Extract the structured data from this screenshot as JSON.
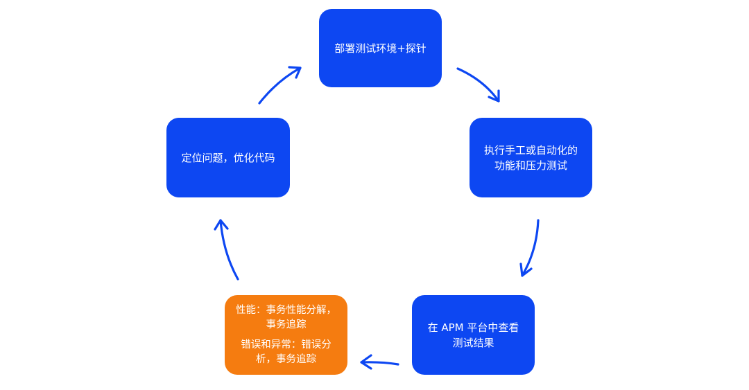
{
  "diagram": {
    "colors": {
      "primary_node": "#0d47f2",
      "highlight_node": "#f57c10",
      "arrow": "#0d47f2",
      "text": "#ffffff"
    },
    "nodes": [
      {
        "id": "deploy",
        "lines": [
          "部署测试环境+探针"
        ]
      },
      {
        "id": "execute",
        "lines": [
          "执行手工或自动化的",
          "功能和压力测试"
        ]
      },
      {
        "id": "view",
        "lines": [
          "在 APM 平台中查看",
          "测试结果"
        ]
      },
      {
        "id": "analysis",
        "lines": [
          "性能：事务性能分解，",
          "事务追踪",
          "错误和异常：错误分",
          "析，事务追踪"
        ]
      },
      {
        "id": "fix",
        "lines": [
          "定位问题，优化代码"
        ]
      }
    ],
    "flow": [
      "deploy",
      "execute",
      "view",
      "analysis",
      "fix",
      "deploy"
    ]
  }
}
